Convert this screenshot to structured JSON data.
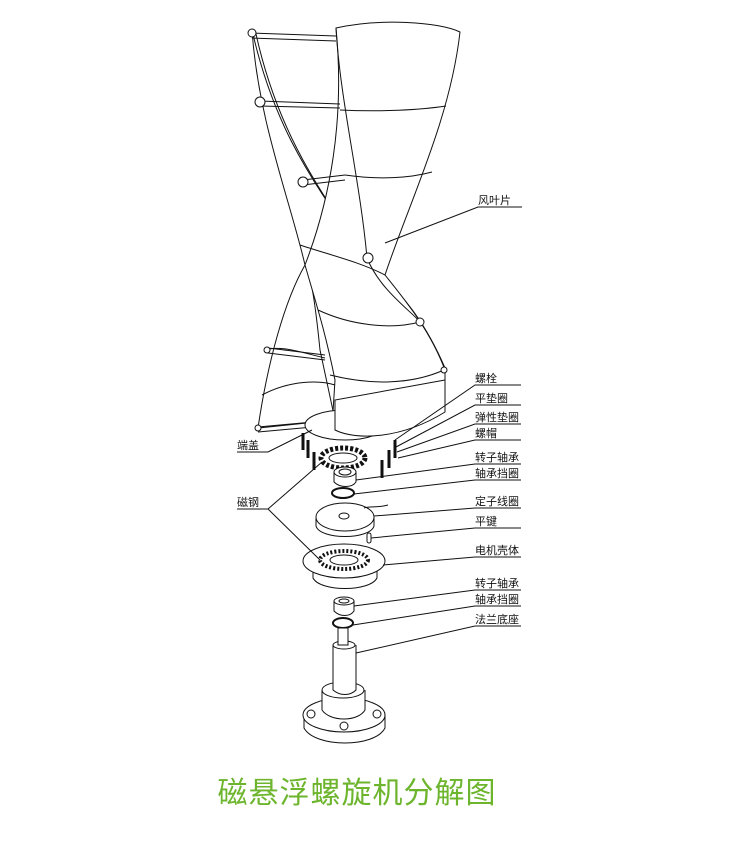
{
  "title": "磁悬浮螺旋机分解图",
  "title_color": "#6cb52d",
  "labels": {
    "blade": "风叶片",
    "bolt": "螺栓",
    "flat_washer": "平垫圈",
    "spring_washer": "弹性垫圈",
    "nut": "螺帽",
    "rotor_bearing_1": "转子轴承",
    "bearing_retainer_1": "轴承挡圈",
    "stator_coil": "定子线圈",
    "flat_key": "平键",
    "motor_housing": "电机壳体",
    "rotor_bearing_2": "转子轴承",
    "bearing_retainer_2": "轴承挡圈",
    "flange_base": "法兰底座",
    "end_cap": "端盖",
    "magnet": "磁钢"
  }
}
